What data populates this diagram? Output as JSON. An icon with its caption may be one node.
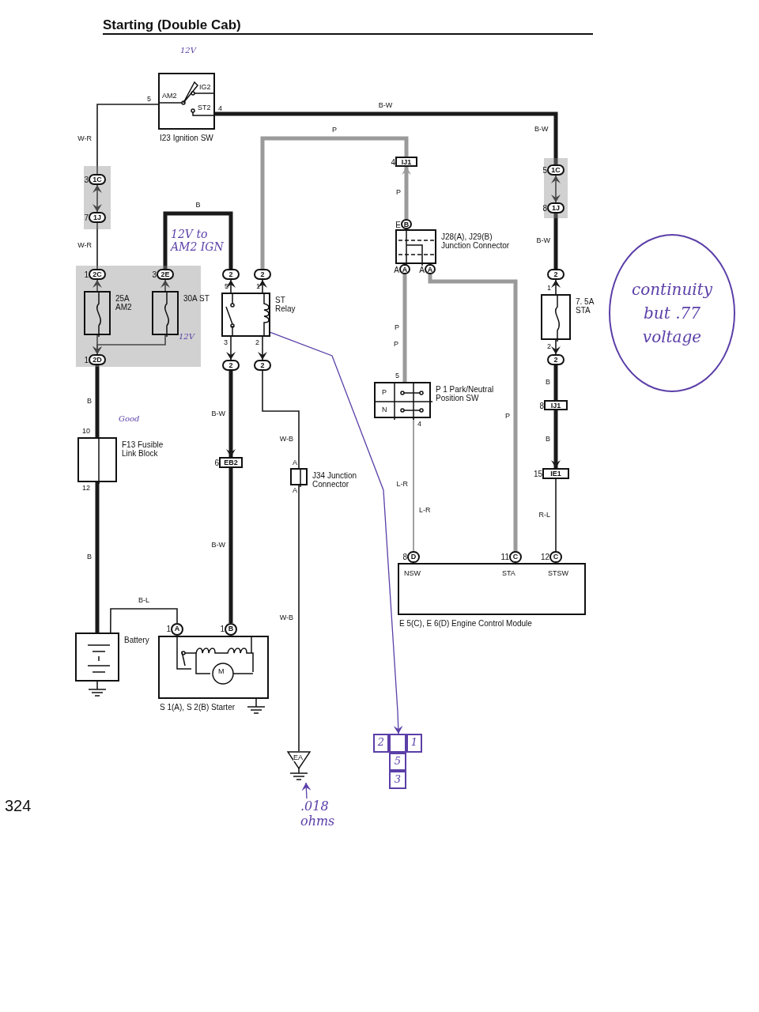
{
  "diagram": {
    "title": "Starting (Double Cab)",
    "nodes": [
      {
        "text": [
          "AM2",
          "IG2",
          "ST2",
          "I23 Ignition SW"
        ]
      },
      {
        "text": [],
        "shape": "box"
      },
      {
        "text": [
          "1C"
        ],
        "in": 1,
        "beside": [
          "3"
        ]
      },
      {
        "text": [
          "1J"
        ],
        "in": 1,
        "beside": [
          "7"
        ]
      },
      {
        "text": [],
        "shape": "box"
      },
      {
        "text": [
          "2C"
        ],
        "in": 4,
        "beside": [
          "1"
        ]
      },
      {
        "text": [
          "2E"
        ],
        "in": 4,
        "beside": [
          "3"
        ]
      },
      {
        "text": [
          "25A AM2"
        ],
        "in": 4
      },
      {
        "text": [
          "30A ST"
        ],
        "in": 4
      },
      {
        "text": [
          "2D"
        ],
        "in": 4,
        "beside": [
          "1"
        ]
      },
      {
        "text": [
          "2"
        ]
      },
      {
        "text": [
          "2"
        ]
      },
      {
        "text": [
          "ST Relay"
        ]
      },
      {
        "text": [
          "2"
        ]
      },
      {
        "text": [
          "2"
        ]
      },
      {
        "text": [
          "F13 Fusible Link Block"
        ]
      },
      {
        "text": [
          "EB2"
        ],
        "beside": [
          "6"
        ]
      },
      {
        "text": [
          "J34 Junction Connector"
        ]
      },
      {
        "text": [
          "Battery"
        ]
      },
      {
        "text": [
          "S 1(A), S 2(B) Starter"
        ]
      },
      {
        "text": [
          "A"
        ],
        "beside": [
          "1"
        ]
      },
      {
        "text": [
          "B"
        ],
        "beside": [
          "1"
        ]
      },
      {
        "text": [
          "EA"
        ]
      },
      {
        "text": [
          "IJ1"
        ],
        "beside": [
          "4"
        ]
      },
      {
        "text": [
          "J28(A), J29(B) Junction Connector"
        ]
      },
      {
        "text": [
          "B"
        ],
        "beside": [
          "E"
        ]
      },
      {
        "text": [
          "A"
        ],
        "beside": [
          "A"
        ]
      },
      {
        "text": [
          "A"
        ],
        "beside": [
          "A"
        ]
      },
      {
        "text": [
          "P",
          "N",
          "P 1 Park/Neutral Position SW"
        ]
      },
      {
        "text": [],
        "shape": "box"
      },
      {
        "text": [
          "1C"
        ],
        "in": 29,
        "beside": [
          "5"
        ]
      },
      {
        "text": [
          "1J"
        ],
        "in": 29,
        "beside": [
          "8"
        ]
      },
      {
        "text": [
          "2"
        ]
      },
      {
        "text": [
          "7. 5A STA"
        ]
      },
      {
        "text": [
          "2"
        ]
      },
      {
        "text": [
          "IJ1"
        ],
        "beside": [
          "8"
        ]
      },
      {
        "text": [
          "IE1"
        ],
        "beside": [
          "15"
        ]
      },
      {
        "text": [
          "NSW",
          "STA",
          "STSW",
          "E 5(C), E 6(D) Engine Control Module"
        ]
      },
      {
        "text": [
          "D"
        ],
        "beside": [
          "8"
        ]
      },
      {
        "text": [
          "C"
        ],
        "beside": [
          "11"
        ]
      },
      {
        "text": [
          "C"
        ],
        "beside": [
          "12"
        ]
      },
      {
        "text": [
          "2",
          "1",
          "5",
          "3"
        ]
      },
      {
        "text": [
          ".018 ohms"
        ]
      },
      {
        "text": [
          "continuity but .77 voltage"
        ]
      }
    ],
    "edges": [
      {
        "from": 0,
        "to": 2,
        "arrow": "none",
        "label": "W-R"
      },
      {
        "from": 2,
        "to": 3,
        "arrow": "both"
      },
      {
        "from": 3,
        "to": 5,
        "arrow": "none",
        "label": "W-R"
      },
      {
        "from": 7,
        "to": 5,
        "arrow": "to"
      },
      {
        "from": 8,
        "to": 6,
        "arrow": "to"
      },
      {
        "from": 7,
        "to": 9,
        "arrow": "to"
      },
      {
        "from": 8,
        "to": 9,
        "arrow": "to"
      },
      {
        "from": 6,
        "to": 10,
        "arrow": "none",
        "label": "B",
        "style": "thick"
      },
      {
        "from": 12,
        "to": 10,
        "arrow": "to"
      },
      {
        "from": 12,
        "to": 11,
        "arrow": "to"
      },
      {
        "from": 11,
        "to": 23,
        "arrow": "none",
        "label": "P",
        "style": "thick",
        "color": "#9a9a9a"
      },
      {
        "from": 12,
        "to": 13,
        "arrow": "to"
      },
      {
        "from": 12,
        "to": 14,
        "arrow": "to"
      },
      {
        "from": 9,
        "to": 15,
        "arrow": "none",
        "label": "B",
        "style": "thick"
      },
      {
        "from": 15,
        "to": 18,
        "arrow": "none",
        "label": "B",
        "style": "thick"
      },
      {
        "from": 13,
        "to": 16,
        "arrow": "to",
        "label": "B-W",
        "style": "thick"
      },
      {
        "from": 16,
        "to": 21,
        "arrow": "none",
        "label": "B-W",
        "style": "thick"
      },
      {
        "from": 18,
        "to": 20,
        "arrow": "none",
        "label": "B-L"
      },
      {
        "from": 14,
        "to": 17,
        "arrow": "none",
        "label": "W-B"
      },
      {
        "from": 17,
        "to": 22,
        "arrow": "none",
        "label": "W-B"
      },
      {
        "from": 0,
        "to": 30,
        "arrow": "none",
        "label": "B-W",
        "style": "thick"
      },
      {
        "from": 30,
        "to": 31,
        "arrow": "both"
      },
      {
        "from": 31,
        "to": 32,
        "arrow": "none",
        "label": "B-W",
        "style": "thick"
      },
      {
        "from": 33,
        "to": 32,
        "arrow": "to"
      },
      {
        "from": 33,
        "to": 34,
        "arrow": "to"
      },
      {
        "from": 34,
        "to": 35,
        "arrow": "none",
        "label": "B",
        "style": "thick"
      },
      {
        "from": 35,
        "to": 36,
        "arrow": "to",
        "label": "B",
        "style": "thick"
      },
      {
        "from": 36,
        "to": 40,
        "arrow": "none",
        "label": "R-L"
      },
      {
        "from": 25,
        "to": 23,
        "arrow": "to",
        "label": "P",
        "style": "thick",
        "color": "#9a9a9a"
      },
      {
        "from": 26,
        "to": 28,
        "arrow": "none",
        "label": "P",
        "style": "thick",
        "color": "#9a9a9a"
      },
      {
        "from": 27,
        "to": 39,
        "arrow": "none",
        "label": "P",
        "style": "thick",
        "color": "#9a9a9a"
      },
      {
        "from": 28,
        "to": 38,
        "arrow": "none",
        "label": "L-R",
        "color": "#8a8a8a"
      },
      {
        "from": 12,
        "to": 41,
        "arrow": "to",
        "color": "#5b3fa8"
      },
      {
        "from": 42,
        "to": 22,
        "arrow": "to",
        "color": "#5b3fa8"
      }
    ],
    "labels": [
      "5",
      "4",
      "B-W",
      "12V",
      "12V to AM2 IGN",
      "12V",
      "Good",
      "5",
      "1",
      "3",
      "2",
      "10",
      "12",
      "A",
      "A",
      "5",
      "4",
      "P",
      "1",
      "2",
      "L-R",
      "324",
      "M"
    ]
  }
}
